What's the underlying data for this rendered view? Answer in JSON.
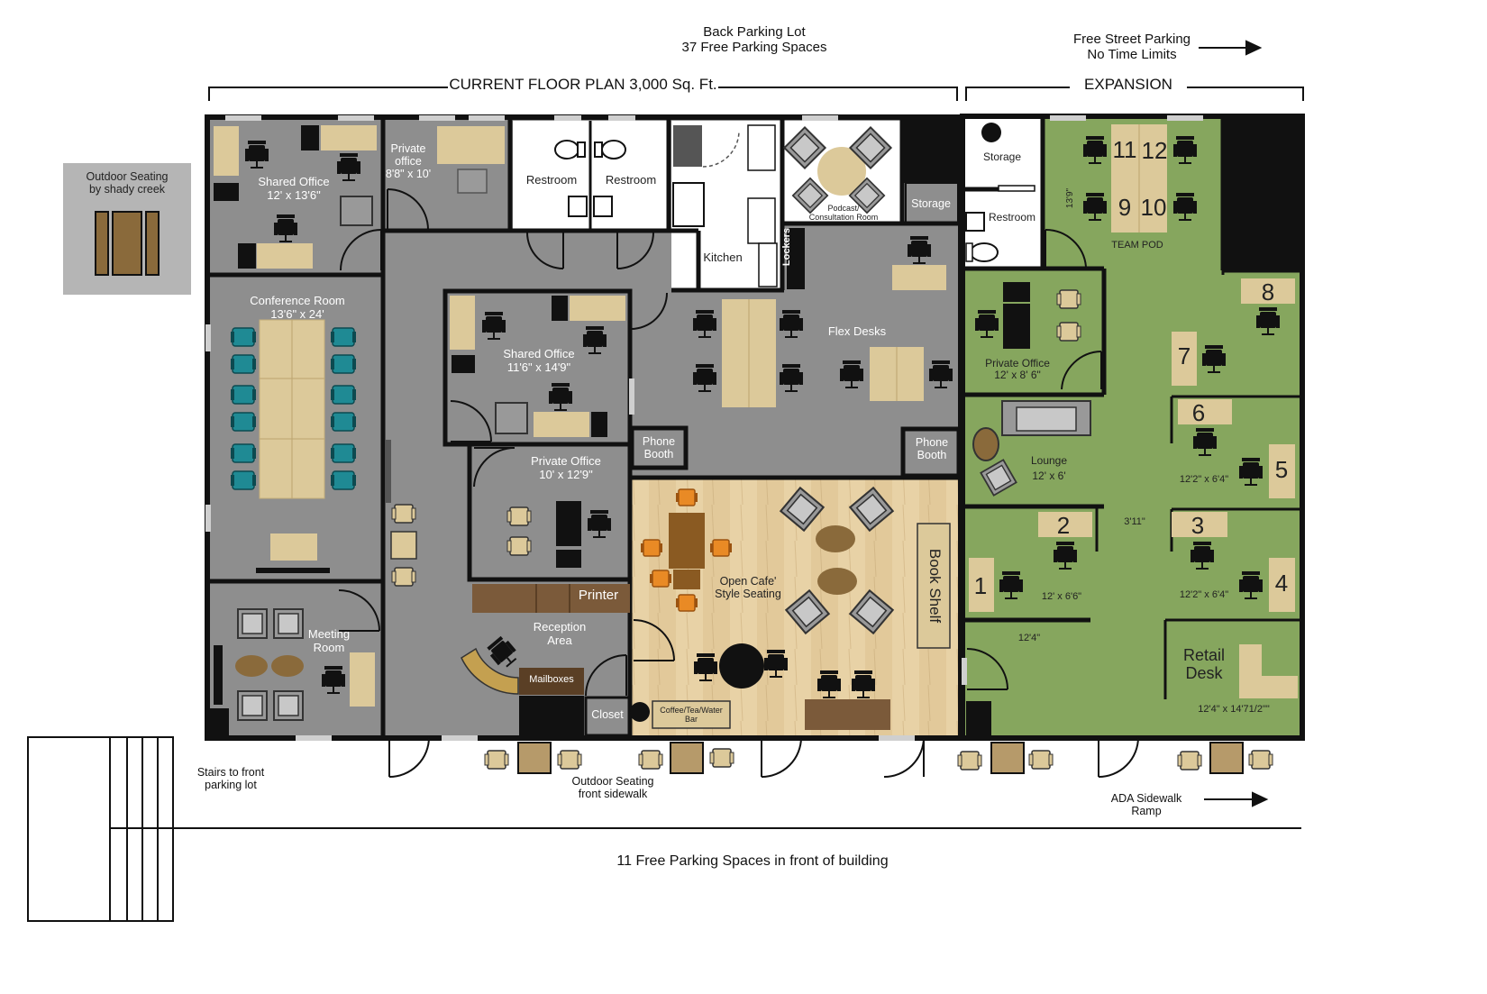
{
  "top": {
    "back_parking_line1": "Back Parking Lot",
    "back_parking_line2": "37 Free Parking Spaces",
    "street_parking_line1": "Free Street Parking",
    "street_parking_line2": "No Time Limits",
    "current_floor_plan": "CURRENT FLOOR PLAN  3,000 Sq. Ft.",
    "expansion": "EXPANSION"
  },
  "outdoor_creek": {
    "line1": "Outdoor Seating",
    "line2": "by shady creek"
  },
  "rooms": {
    "shared_office_1": {
      "name": "Shared Office",
      "size": "12' x 13'6\""
    },
    "private_office_1": {
      "name1": "Private",
      "name2": "office",
      "size": "8'8\" x 10'"
    },
    "restroom_1": "Restroom",
    "restroom_2": "Restroom",
    "kitchen": "Kitchen",
    "lockers": "Lockers",
    "podcast": {
      "line1": "Podcast/",
      "line2": "Consultation Room"
    },
    "storage_1": "Storage",
    "conference": {
      "name": "Conference Room",
      "size": "13'6\" x 24'"
    },
    "shared_office_2": {
      "name": "Shared Office",
      "size": "11'6\" x 14'9\""
    },
    "flex_desks": "Flex Desks",
    "phone_booth_1": {
      "line1": "Phone",
      "line2": "Booth"
    },
    "phone_booth_2": {
      "line1": "Phone",
      "line2": "Booth"
    },
    "private_office_2": {
      "name": "Private Office",
      "size": "10' x 12'9\""
    },
    "printer": "Printer",
    "meeting": {
      "line1": "Meeting",
      "line2": "Room"
    },
    "reception": {
      "line1": "Reception",
      "line2": "Area"
    },
    "mailboxes": "Mailboxes",
    "closet": "Closet",
    "coffee_bar": {
      "line1": "Coffee/Tea/Water",
      "line2": "Bar"
    },
    "cafe": {
      "line1": "Open Cafe'",
      "line2": "Style Seating"
    },
    "bookshelf": "Book Shelf"
  },
  "expansion_rooms": {
    "storage_2": "Storage",
    "restroom_3": "Restroom",
    "team_pod": "TEAM POD",
    "team_pod_dim": "13'9\"",
    "private_office_3": {
      "name": "Private Office",
      "size": "12' x 8' 6\""
    },
    "lounge": {
      "name": "Lounge",
      "size": "12' x 6'"
    },
    "desk_numbers": [
      "11",
      "12",
      "9",
      "10",
      "8",
      "7",
      "6",
      "5",
      "2",
      "3",
      "1",
      "4"
    ],
    "dims": {
      "d5": "12'2\" x 6'4\"",
      "d311": "3'11\"",
      "d1": "12' x 6'6\"",
      "d4": "12'2\" x 6'4\"",
      "d124": "12'4\""
    },
    "retail": {
      "line1": "Retail",
      "line2": "Desk",
      "size": "12'4\" x 14'71/2\"\""
    }
  },
  "bottom": {
    "stairs_line1": "Stairs to front",
    "stairs_line2": "parking lot",
    "outdoor_front_line1": "Outdoor Seating",
    "outdoor_front_line2": "front sidewalk",
    "ada_line1": "ADA Sidewalk",
    "ada_line2": "Ramp",
    "front_parking": "11 Free Parking Spaces in front of building"
  },
  "colors": {
    "floor_gray": "#8e8e8e",
    "wall": "#111111",
    "expansion_green": "#86a65e",
    "desk_tan": "#dcc99a",
    "wood": "#e6cfa2",
    "teal_chair": "#1f8a94",
    "orange_chair": "#e98a25"
  }
}
